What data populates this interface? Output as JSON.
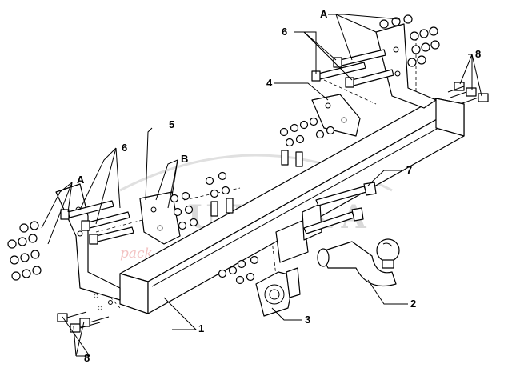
{
  "watermark": {
    "brand": "AUTHKA",
    "tagline": "pack and towel"
  },
  "callouts": {
    "c1": "1",
    "c2": "2",
    "c3": "3",
    "c4": "4",
    "c5": "5",
    "c6_left": "6",
    "c6_right": "6",
    "c7": "7",
    "c8_left": "8",
    "c8_right": "8",
    "cA_left": "A",
    "cA_right": "A",
    "cB": "B"
  }
}
